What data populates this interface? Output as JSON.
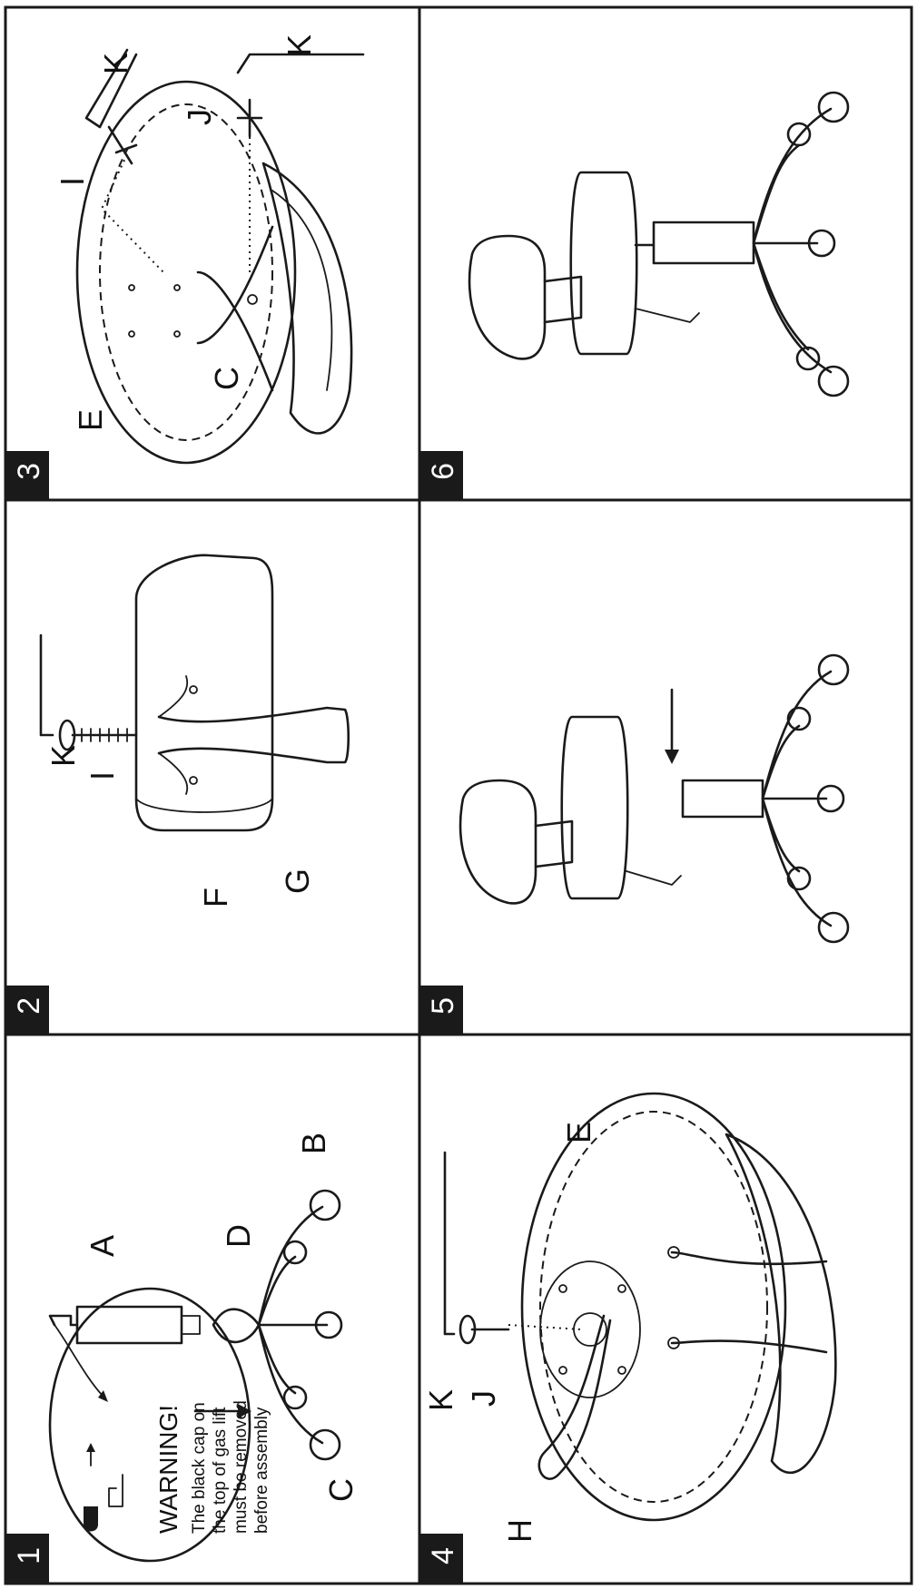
{
  "steps": [
    {
      "number": "1",
      "labels": {
        "a": "A",
        "b": "B",
        "c": "C",
        "d": "D"
      }
    },
    {
      "number": "2",
      "labels": {
        "f": "F",
        "g": "G",
        "i": "I",
        "k": "K"
      }
    },
    {
      "number": "3",
      "labels": {
        "e": "E",
        "c": "C",
        "i": "I",
        "j": "J",
        "k1": "K",
        "k2": "K"
      }
    },
    {
      "number": "4",
      "labels": {
        "e": "E",
        "h": "H",
        "j": "J",
        "k": "K"
      }
    },
    {
      "number": "5",
      "labels": {}
    },
    {
      "number": "6",
      "labels": {}
    }
  ],
  "warning": {
    "title": "WARNING!",
    "lines": [
      "The black cap on",
      "the top of gas lift",
      "must be removed",
      "before assembly"
    ]
  },
  "colors": {
    "ink": "#1a1a1a",
    "paper": "#ffffff",
    "badge": "#1a1a1a"
  }
}
